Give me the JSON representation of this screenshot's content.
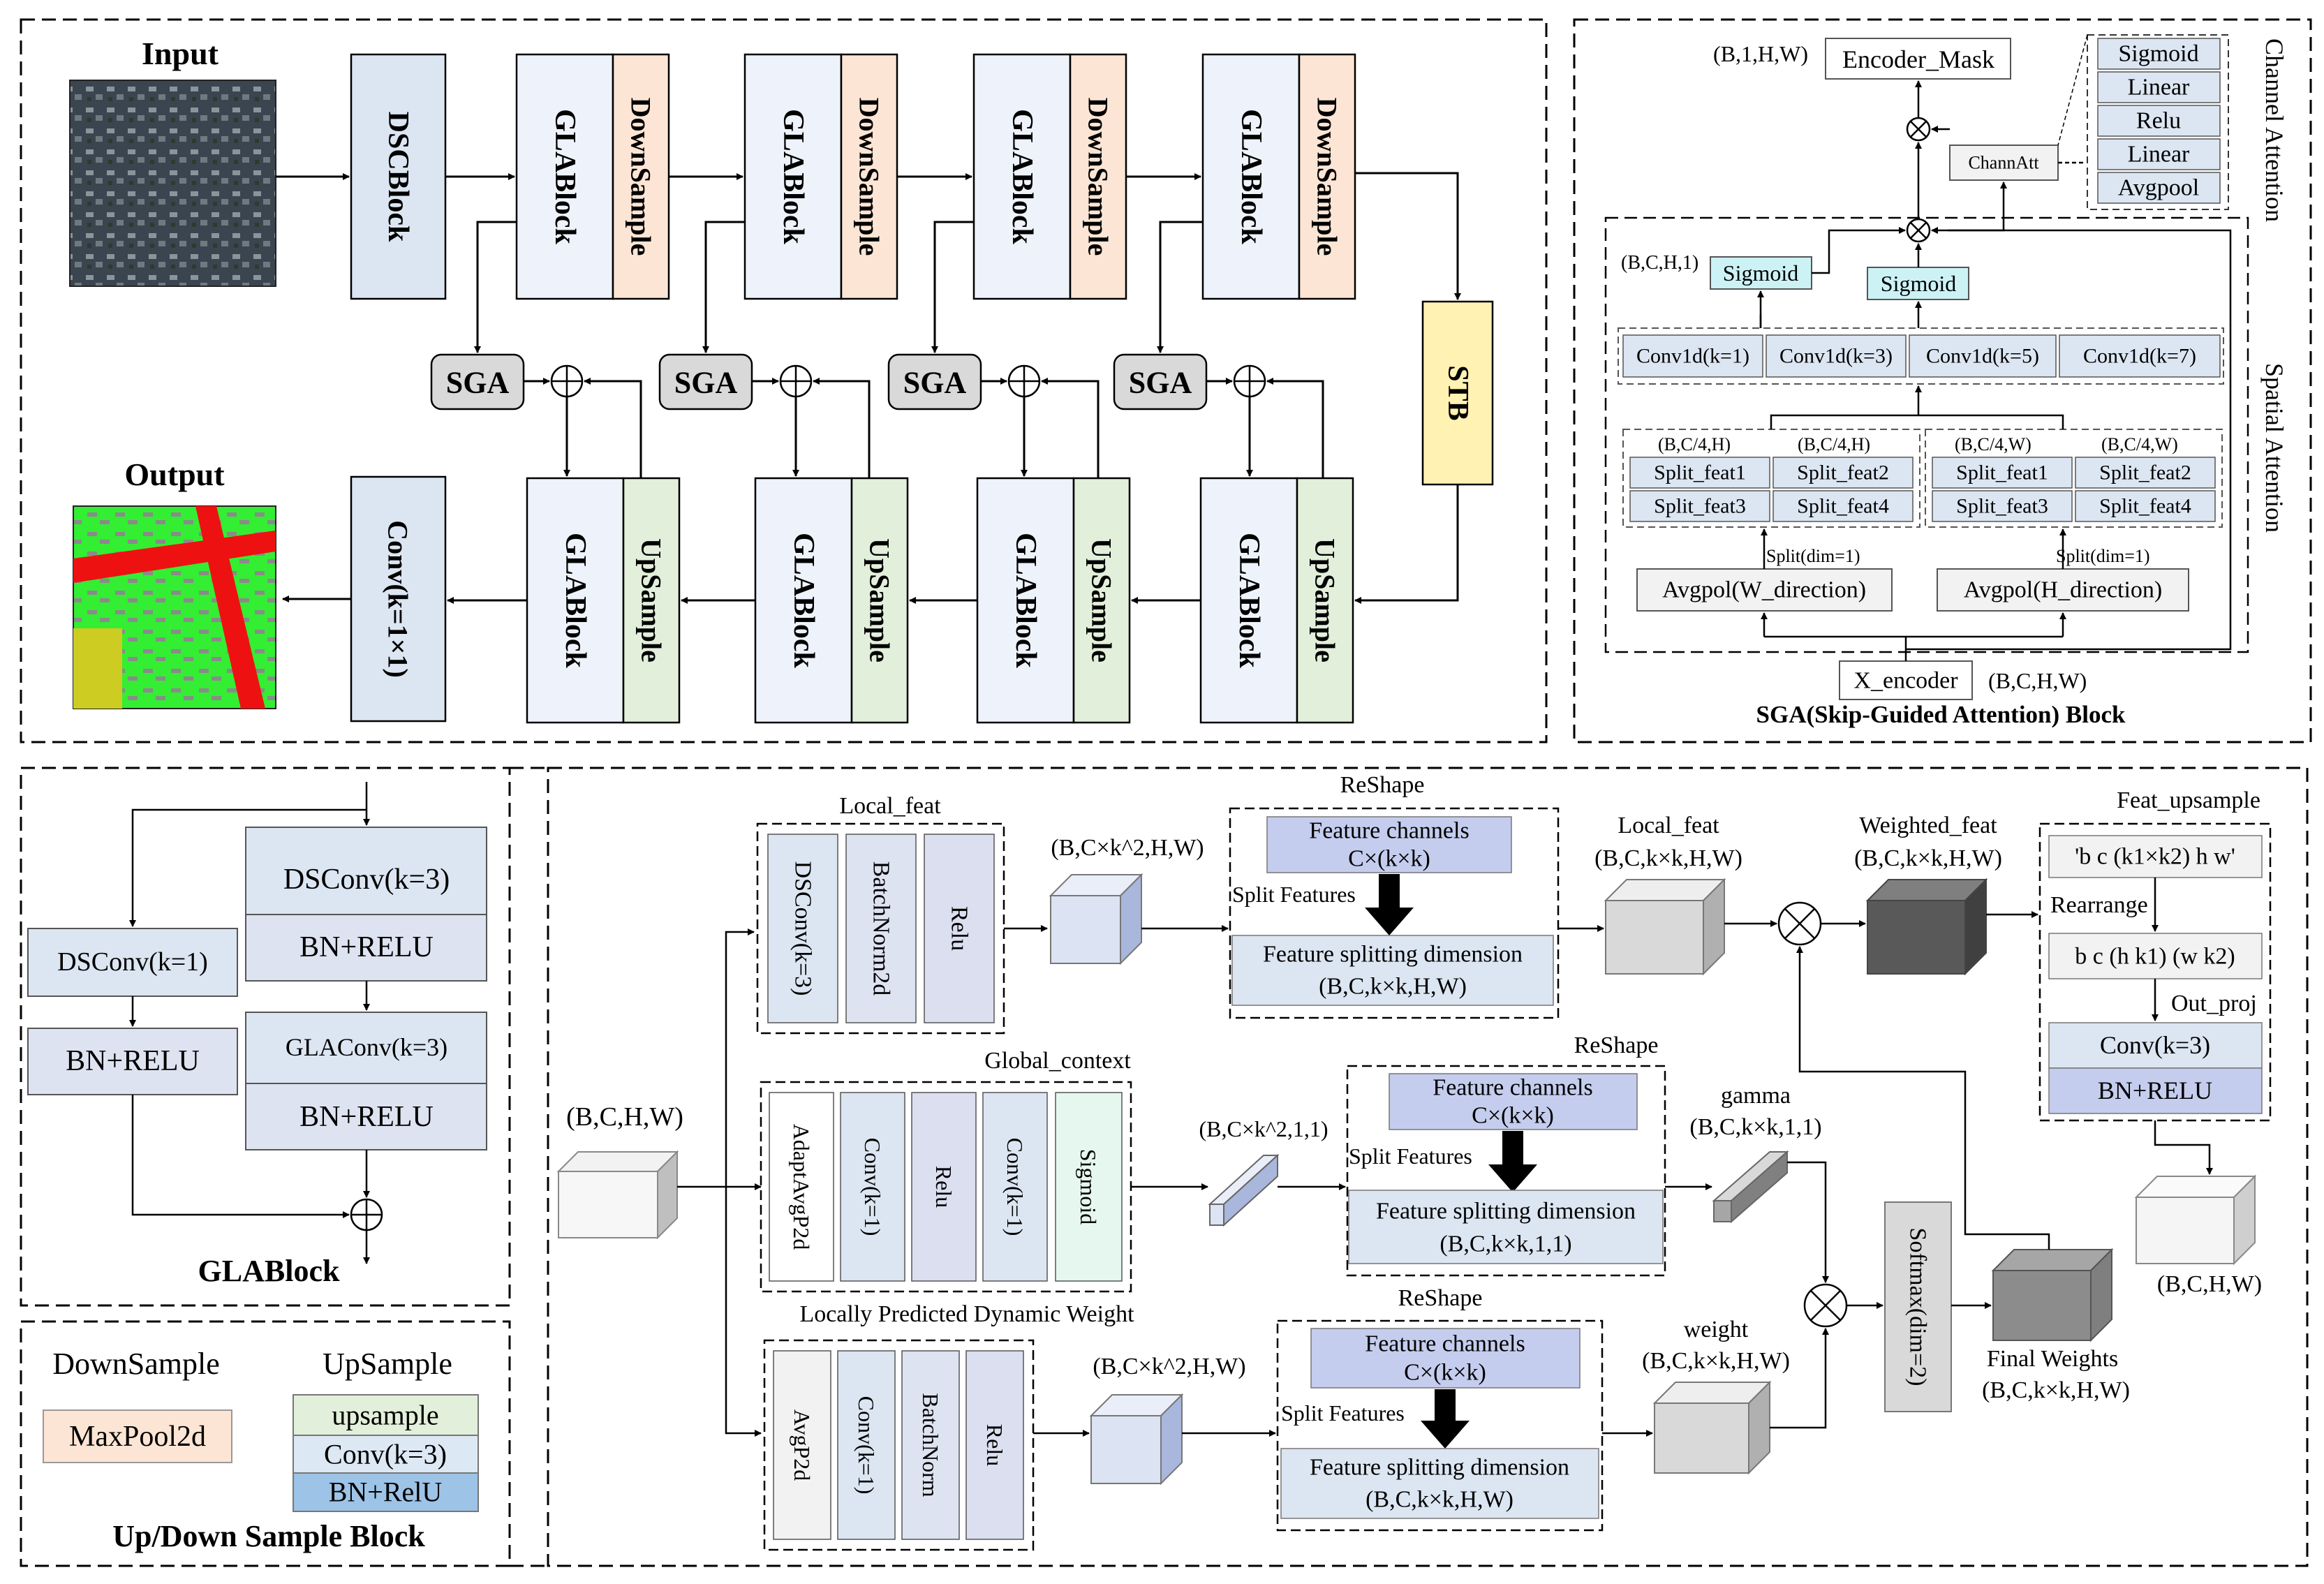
{
  "main": {
    "input_label": "Input",
    "output_label": "Output",
    "dsc": "DSCBlock",
    "gla": "GLABlock",
    "down": "DownSample",
    "up": "UpSample",
    "sga": "SGA",
    "stb": "STB",
    "conv_out": "Conv(k=1×1)"
  },
  "sga": {
    "title": "SGA(Skip-Guided Attention) Block",
    "encoder_mask": "Encoder_Mask",
    "shape_mask": "(B,1,H,W)",
    "chann_att": "ChannAtt",
    "channel_stack": [
      "Sigmoid",
      "Linear",
      "Relu",
      "Linear",
      "Avgpool"
    ],
    "channel_attention": "Channel Attention",
    "spatial_attention": "Spatial Attention",
    "shape_sig": "(B,C,H,1)",
    "sigmoid": "Sigmoid",
    "conv1d": [
      "Conv1d(k=1)",
      "Conv1d(k=3)",
      "Conv1d(k=5)",
      "Conv1d(k=7)"
    ],
    "shape_h": "(B,C/4,H)",
    "shape_w": "(B,C/4,W)",
    "split": [
      "Split_feat1",
      "Split_feat2",
      "Split_feat3",
      "Split_feat4"
    ],
    "split_dim": "Split(dim=1)",
    "avgpool_w": "Avgpol(W_direction)",
    "avgpool_h": "Avgpol(H_direction)",
    "x_encoder": "X_encoder",
    "shape_in": "(B,C,H,W)"
  },
  "glablock": {
    "title": "GLABlock",
    "dsconv1": "DSConv(k=1)",
    "dsconv3": "DSConv(k=3)",
    "bnrelu": "BN+RELU",
    "glaconv": "GLAConv(k=3)"
  },
  "sample": {
    "title": "Up/Down Sample Block",
    "down": "DownSample",
    "up": "UpSample",
    "maxpool": "MaxPool2d",
    "upsample": "upsample",
    "conv3": "Conv(k=3)",
    "bn": "BN+RelU"
  },
  "glaconv": {
    "shape_in": "(B,C,H,W)",
    "local_feat_title": "Local_feat",
    "local_stack": [
      "DSConv(k=3)",
      "BatchNorm2d",
      "Relu"
    ],
    "global_title": "Global_context",
    "global_stack": [
      "AdaptAvgP2d",
      "Conv(k=1)",
      "Relu",
      "Conv(k=1)",
      "Sigmoid"
    ],
    "dyn_title": "Locally Predicted Dynamic Weight",
    "dyn_stack": [
      "AvgP2d",
      "Conv(k=1)",
      "BatchNorm",
      "Relu"
    ],
    "shape_k2": "(B,C×k^2,H,W)",
    "shape_k211": "(B,C×k^2,1,1)",
    "reshape": "ReShape",
    "feature_channels": "Feature channels",
    "ckk": "C×(k×k)",
    "split_features": "Split Features",
    "feature_splitting": "Feature splitting dimension",
    "shape_kkhw": "(B,C,k×k,H,W)",
    "shape_kk11": "(B,C,k×k,1,1)",
    "local_feat": "Local_feat",
    "weighted_feat": "Weighted_feat",
    "gamma": "gamma",
    "weight": "weight",
    "softmax": "Softmax(dim=2)",
    "final_weights": "Final Weights",
    "feat_upsample": "Feat_upsample",
    "rearr_in": "'b c (k1×k2) h w'",
    "rearrange": "Rearrange",
    "rearr_out": "b c (h k1) (w k2)",
    "out_proj": "Out_proj",
    "conv3": "Conv(k=3)",
    "bnrelu": "BN+RELU",
    "shape_out": "(B,C,H,W)"
  }
}
